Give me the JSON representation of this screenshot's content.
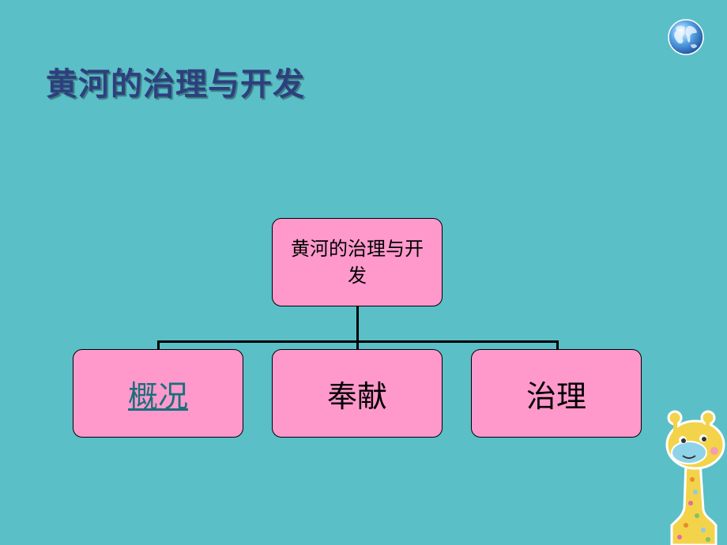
{
  "slide": {
    "title": "黄河的治理与开发",
    "background_color": "#5bbfc7",
    "title_color": "#2e3f7e"
  },
  "diagram": {
    "root": {
      "label": "黄河的治理与开发"
    },
    "children": [
      {
        "label": "概况",
        "is_link": true
      },
      {
        "label": "奉献",
        "is_link": false
      },
      {
        "label": "治理",
        "is_link": false
      }
    ],
    "node_fill": "#ff99cc",
    "link_color": "#1a6f7b"
  },
  "decorations": {
    "top_right_icon": "globe-icon",
    "bottom_right_icon": "giraffe-icon"
  }
}
